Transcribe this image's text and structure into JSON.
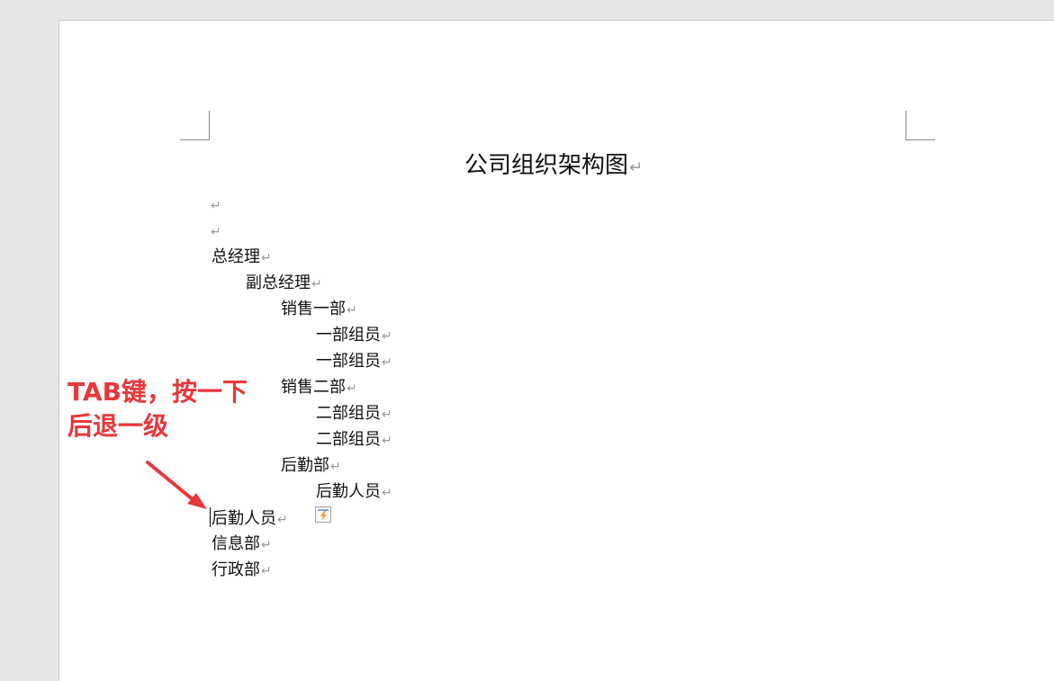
{
  "document": {
    "title": "公司组织架构图",
    "paragraph_mark": "↵",
    "lines": [
      "",
      "",
      "总经理",
      "副总经理",
      "销售一部",
      "一部组员",
      "一部组员",
      "销售二部",
      "二部组员",
      "二部组员",
      "后勤部",
      "后勤人员",
      "后勤人员",
      "信息部",
      "行政部"
    ]
  },
  "annotation": {
    "line1": "TAB键，按一下",
    "line2": "后退一级",
    "color": "#e8373a"
  },
  "icons": {
    "autocorrect_options": "lightning-options-icon"
  }
}
